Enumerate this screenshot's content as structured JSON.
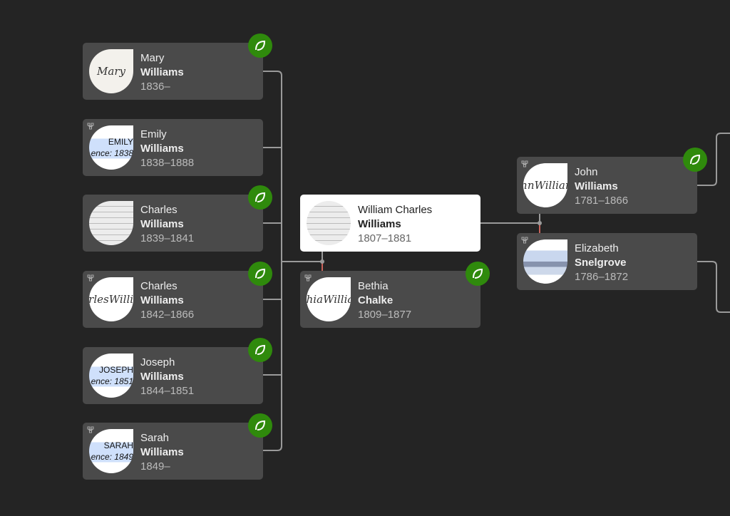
{
  "people": [
    {
      "given": "Mary",
      "surname": "Williams",
      "dates": "1836–",
      "photo_text": [
        "Mary"
      ]
    },
    {
      "given": "Emily",
      "surname": "Williams",
      "dates": "1838–1888",
      "photo_text": [
        "EMILY",
        "ence: 1838"
      ]
    },
    {
      "given": "Charles",
      "surname": "Williams",
      "dates": "1839–1841"
    },
    {
      "given": "Charles",
      "surname": "Williams",
      "dates": "1842–1866",
      "photo_text": [
        "Charles",
        "Williams"
      ]
    },
    {
      "given": "Joseph",
      "surname": "Williams",
      "dates": "1844–1851",
      "photo_text": [
        "JOSEPH",
        "ence: 1851"
      ]
    },
    {
      "given": "Sarah",
      "surname": "Williams",
      "dates": "1849–",
      "photo_text": [
        "SARAH",
        "ence: 1849"
      ]
    },
    {
      "given": "William Charles",
      "surname": "Williams",
      "dates": "1807–1881"
    },
    {
      "given": "Bethia",
      "surname": "Chalke",
      "dates": "1809–1877",
      "photo_text": [
        "Bethia",
        "Williams"
      ]
    },
    {
      "given": "John",
      "surname": "Williams",
      "dates": "1781–1866",
      "photo_text": [
        "John",
        "Williams"
      ]
    },
    {
      "given": "Elizabeth",
      "surname": "Snelgrove",
      "dates": "1786–1872"
    }
  ],
  "colors": {
    "hint": "#2f8a0c",
    "background": "#242424",
    "card": "#4a4a4a",
    "focus": "#ffffff",
    "connector_red": "#c9625a"
  }
}
